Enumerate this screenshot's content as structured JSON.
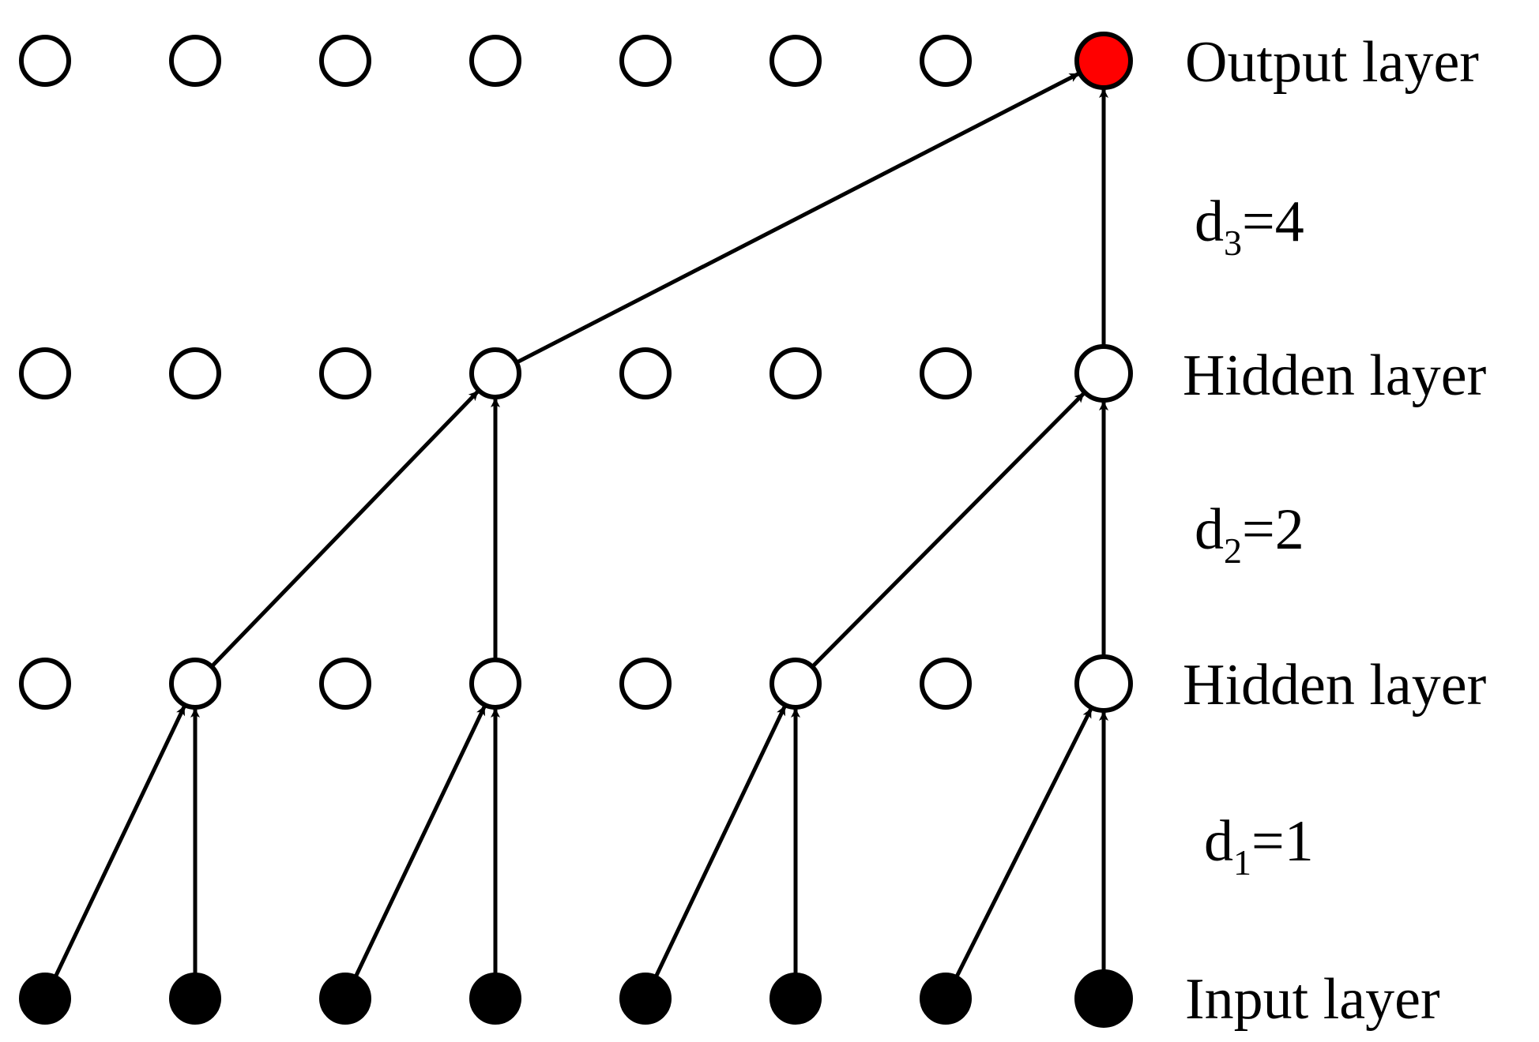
{
  "diagram": {
    "title": "",
    "nodes_per_layer": 8,
    "layers": [
      {
        "label": "Output layer",
        "fill": "#ffffff",
        "highlight_index": 7,
        "highlight_color": "#ff0000"
      },
      {
        "label": "Hidden layer",
        "fill": "#ffffff"
      },
      {
        "label": "Hidden layer",
        "fill": "#ffffff"
      },
      {
        "label": "Input layer",
        "fill": "#000000"
      }
    ],
    "dilations": [
      {
        "base": "d",
        "sub": "3",
        "rest": "=4"
      },
      {
        "base": "d",
        "sub": "2",
        "rest": "=2"
      },
      {
        "base": "d",
        "sub": "1",
        "rest": "=1"
      }
    ],
    "edges": [
      {
        "from_layer": 3,
        "from": 0,
        "to_layer": 2,
        "to": 1
      },
      {
        "from_layer": 3,
        "from": 1,
        "to_layer": 2,
        "to": 1
      },
      {
        "from_layer": 3,
        "from": 2,
        "to_layer": 2,
        "to": 3
      },
      {
        "from_layer": 3,
        "from": 3,
        "to_layer": 2,
        "to": 3
      },
      {
        "from_layer": 3,
        "from": 4,
        "to_layer": 2,
        "to": 5
      },
      {
        "from_layer": 3,
        "from": 5,
        "to_layer": 2,
        "to": 5
      },
      {
        "from_layer": 3,
        "from": 6,
        "to_layer": 2,
        "to": 7
      },
      {
        "from_layer": 3,
        "from": 7,
        "to_layer": 2,
        "to": 7
      },
      {
        "from_layer": 2,
        "from": 1,
        "to_layer": 1,
        "to": 3
      },
      {
        "from_layer": 2,
        "from": 3,
        "to_layer": 1,
        "to": 3
      },
      {
        "from_layer": 2,
        "from": 5,
        "to_layer": 1,
        "to": 7
      },
      {
        "from_layer": 2,
        "from": 7,
        "to_layer": 1,
        "to": 7
      },
      {
        "from_layer": 1,
        "from": 3,
        "to_layer": 0,
        "to": 7
      },
      {
        "from_layer": 1,
        "from": 7,
        "to_layer": 0,
        "to": 7
      }
    ]
  }
}
